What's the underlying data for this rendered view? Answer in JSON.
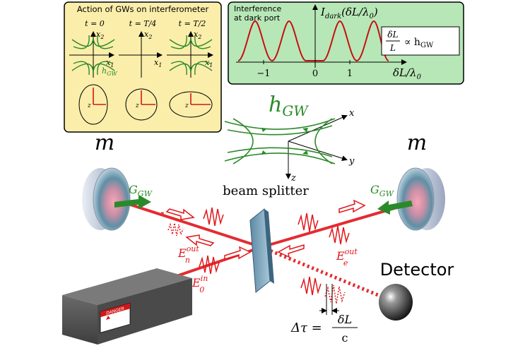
{
  "panel_left": {
    "title": "Action of GWs on interferometer",
    "times": [
      "t = 0",
      "t = T/4",
      "t = T/2"
    ],
    "axis_x": "x",
    "axis_x_sub": "1",
    "axis_y": "x",
    "axis_y_sub": "2",
    "strain_label": "h",
    "strain_sub": "GW",
    "z_label": "z"
  },
  "panel_right": {
    "title_line1": "Interference",
    "title_line2": "at dark port",
    "ylabel": "I",
    "ylabel_sub": "dark",
    "ylabel_arg": "(δL/λ",
    "ylabel_arg_sub": "0",
    "ylabel_arg_end": ")",
    "xlabel": "δL/λ",
    "xlabel_sub": "0",
    "ticks": [
      "−1",
      "0",
      "1"
    ],
    "relation_num": "δL",
    "relation_den": "L",
    "relation_rhs": "∝ h",
    "relation_rhs_sub": "GW"
  },
  "center": {
    "wave_label": "h",
    "wave_label_sub": "GW",
    "axis_x": "x",
    "axis_y": "y",
    "axis_z": "z",
    "beam_splitter": "beam splitter"
  },
  "mirrors": {
    "mass_left": "m",
    "mass_right": "m",
    "force_left": "G",
    "force_left_sub": "GW",
    "force_right": "G",
    "force_right_sub": "GW"
  },
  "fields": {
    "en": "E",
    "en_sub": "n",
    "en_sup": "out",
    "ee": "E",
    "ee_sub": "e",
    "ee_sup": "out",
    "e0": "E",
    "e0_sub": "0",
    "e0_sup": "in"
  },
  "detector": {
    "label": "Detector"
  },
  "laser": {
    "danger": "DANGER"
  },
  "delay": {
    "lhs": "Δτ =",
    "num": "δL",
    "den": "c"
  },
  "colors": {
    "panel_left_bg": "#fbeeaa",
    "panel_right_bg": "#b7e7b7",
    "laser_red": "#e0161b",
    "gw_green": "#2a8a2a"
  }
}
